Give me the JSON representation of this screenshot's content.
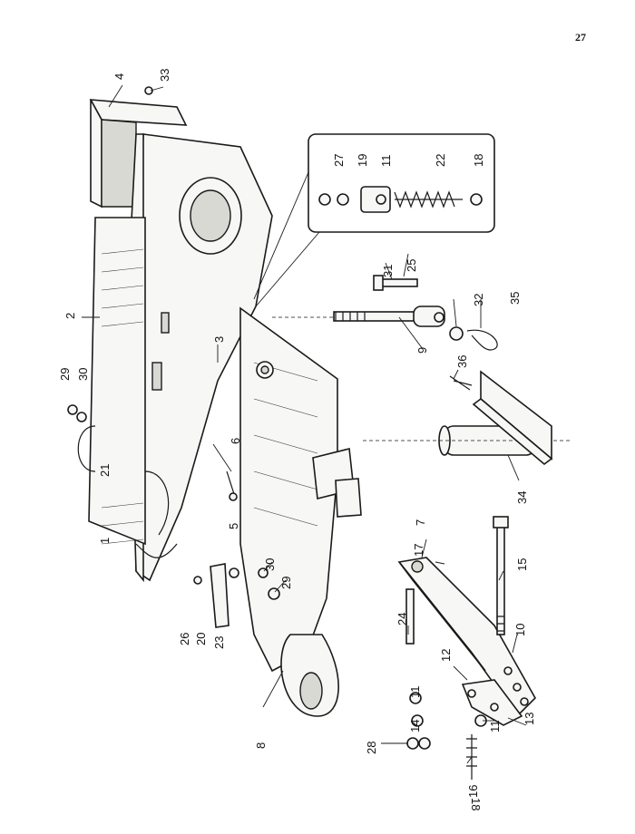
{
  "page": {
    "number": "27"
  },
  "callouts": {
    "c1": "1",
    "c2": "2",
    "c3": "3",
    "c4": "4",
    "c5": "5",
    "c6": "6",
    "c7": "7",
    "c8": "8",
    "c9": "9",
    "c10": "10",
    "c11a": "11",
    "c11b": "11",
    "c11c": "11",
    "c12": "12",
    "c13": "13",
    "c14": "14",
    "c15": "15",
    "c16": "16",
    "c17": "17",
    "c18a": "18",
    "c18b": "18",
    "c19": "19",
    "c20": "20",
    "c21": "21",
    "c22": "22",
    "c23": "23",
    "c24": "24",
    "c25": "25",
    "c26": "26",
    "c27": "27",
    "c28": "28",
    "c29a": "29",
    "c29b": "29",
    "c30a": "30",
    "c30b": "30",
    "c31": "31",
    "c32": "32",
    "c33": "33",
    "c34": "34",
    "c35": "35",
    "c36": "36"
  },
  "colors": {
    "ink": "#1a1a1a",
    "paper": "#ffffff",
    "shade": "#d9d9d4"
  }
}
